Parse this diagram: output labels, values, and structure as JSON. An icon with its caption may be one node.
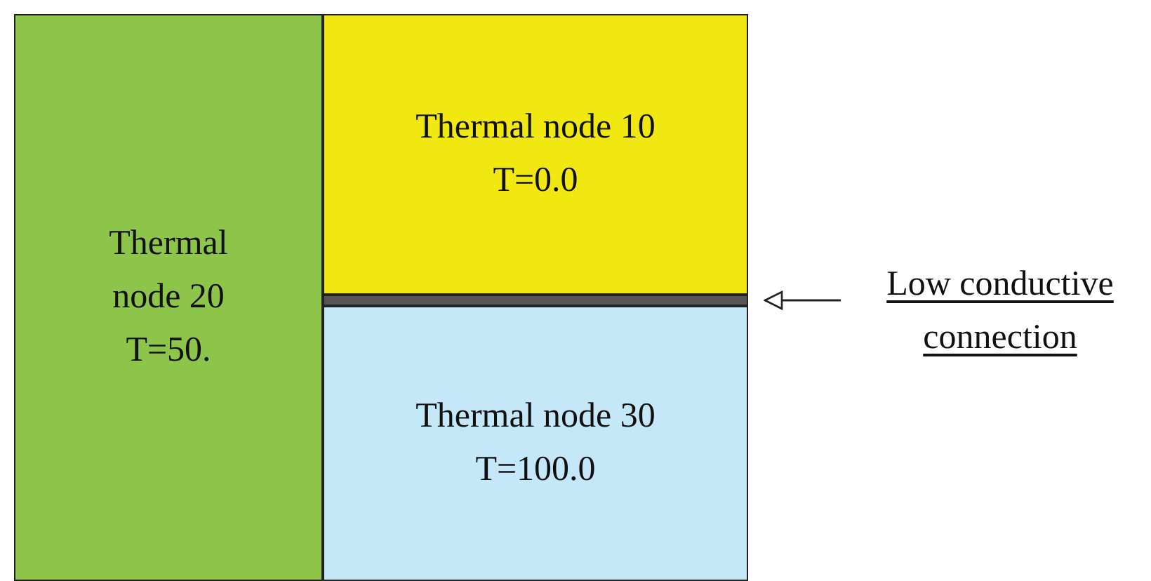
{
  "diagram": {
    "nodes": [
      {
        "text": [
          "Thermal node 20 T=50."
        ]
      },
      {
        "text": [
          "Thermal node 10 T=0.0"
        ]
      },
      {
        "text": [
          "Thermal node 30 T=100.0"
        ]
      },
      {
        "text": [],
        "shape": "bar"
      },
      {
        "text": [
          "Low conductive connection"
        ]
      }
    ],
    "edges": [
      {
        "from": 4,
        "to": 3,
        "arrow": "to"
      }
    ]
  }
}
